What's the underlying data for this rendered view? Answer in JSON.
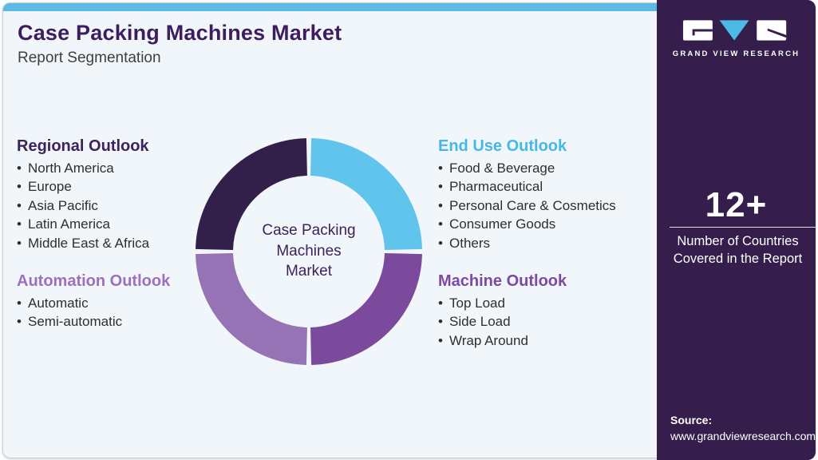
{
  "header": {
    "title": "Case Packing Machines Market",
    "subtitle": "Report Segmentation"
  },
  "colors": {
    "card_background": "#f0f6fa",
    "top_accent_bar": "#5db9e5",
    "sidebar_background": "#351e4c",
    "title_purple": "#3e1d5e"
  },
  "sections": {
    "regional": {
      "heading": "Regional Outlook",
      "accent": "#3d2359",
      "items": [
        "North America",
        "Europe",
        "Asia Pacific",
        "Latin America",
        "Middle East & Africa"
      ]
    },
    "automation": {
      "heading": "Automation Outlook",
      "accent": "#9c70ba",
      "items": [
        "Automatic",
        "Semi-automatic"
      ]
    },
    "end_use": {
      "heading": "End Use Outlook",
      "accent": "#46b8e8",
      "items": [
        "Food & Beverage",
        "Pharmaceutical",
        "Personal Care & Cosmetics",
        "Consumer Goods",
        "Others"
      ]
    },
    "machine": {
      "heading": "Machine Outlook",
      "accent": "#7c4aa0",
      "items": [
        "Top Load",
        "Side Load",
        "Wrap Around"
      ]
    }
  },
  "donut": {
    "type": "donut",
    "center_lines": [
      "Case Packing",
      "Machines",
      "Market"
    ],
    "segments": [
      {
        "name": "end-use-quadrant",
        "color": "#60c4ec",
        "value": 25
      },
      {
        "name": "machine-quadrant",
        "color": "#7b4a9c",
        "value": 25
      },
      {
        "name": "automation-quadrant",
        "color": "#9673b4",
        "value": 25
      },
      {
        "name": "regional-quadrant",
        "color": "#33204a",
        "value": 25
      }
    ]
  },
  "sidebar": {
    "wordmark": "GRAND VIEW RESEARCH",
    "stat_value": "12+",
    "stat_label": "Number of Countries Covered in the Report",
    "source_label": "Source:",
    "source_url": "www.grandviewresearch.com"
  }
}
